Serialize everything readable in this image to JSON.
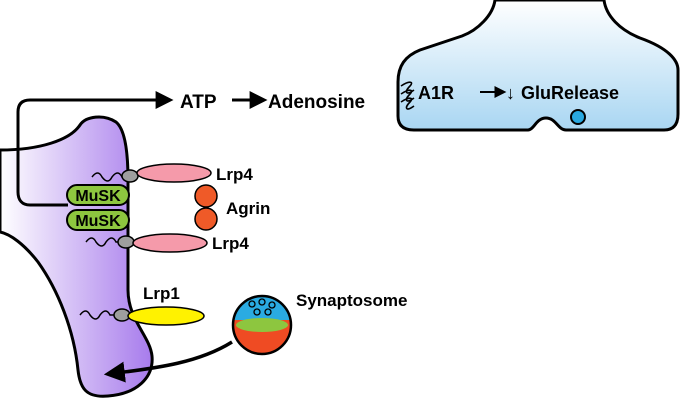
{
  "labels": {
    "atp": "ATP",
    "adenosine": "Adenosine",
    "a1r": "A1R",
    "down_arrow": "↓",
    "glu_release": "GluRelease",
    "lrp4_top": "Lrp4",
    "lrp4_bottom": "Lrp4",
    "musk_top": "MuSK",
    "musk_bottom": "MuSK",
    "agrin": "Agrin",
    "lrp1": "Lrp1",
    "synaptosome": "Synaptosome"
  },
  "colors": {
    "muscle_cell": "#a77bec",
    "muscle_cell_light": "#ffffff",
    "presynaptic_terminal": "#a9d6f2",
    "presynaptic_terminal_light": "#ffffff",
    "musk": "#8dc63f",
    "lrp4": "#f59aaa",
    "agrin": "#ef5a28",
    "lrp1": "#fff200",
    "vesicle": "#29a8e0",
    "synaptosome_top": "#2aabe2",
    "synaptosome_band": "#8dc63f",
    "synaptosome_bottom": "#ef4b23",
    "connector": "#9e9e9e"
  }
}
